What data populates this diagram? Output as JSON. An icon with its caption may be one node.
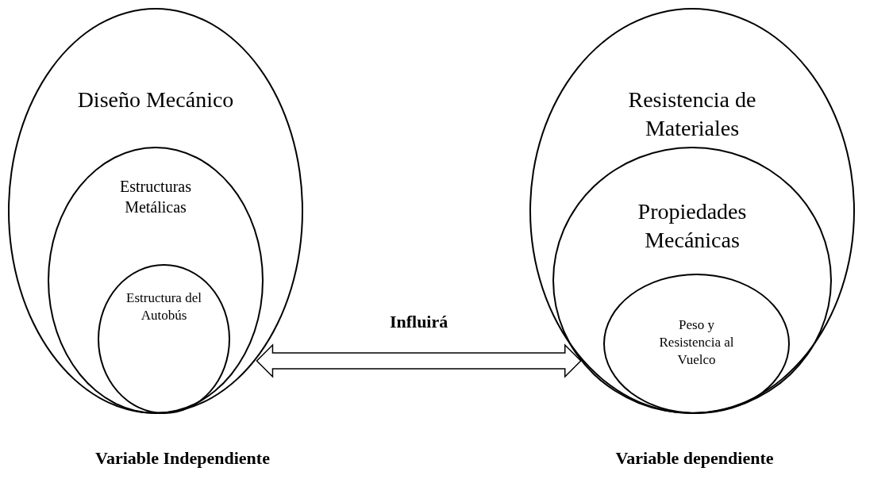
{
  "diagram": {
    "nodes": [
      {
        "text": [
          "Diseño Mecánico"
        ]
      },
      {
        "text": [
          "Estructuras Metálicas"
        ],
        "in": 0
      },
      {
        "text": [
          "Estructura del Autobús"
        ],
        "in": 1
      },
      {
        "text": [
          "Resistencia de Materiales"
        ]
      },
      {
        "text": [
          "Propiedades Mecánicas"
        ],
        "in": 3
      },
      {
        "text": [
          "Peso y Resistencia al Vuelco"
        ],
        "in": 4
      }
    ],
    "edges": [
      {
        "from": 0,
        "to": 3,
        "arrow": "both",
        "label": "Influirá"
      }
    ],
    "labels": [
      "Variable Independiente",
      "Variable dependiente"
    ]
  }
}
